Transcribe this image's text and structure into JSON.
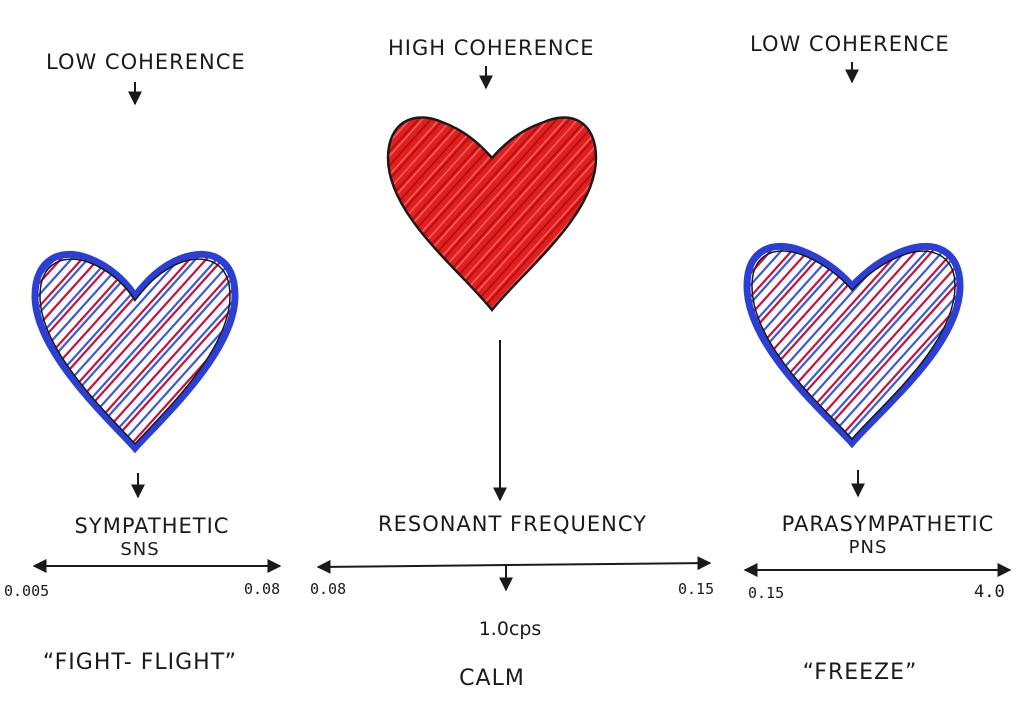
{
  "colors": {
    "ink": "#1a1a1a",
    "red": "#e01f1f",
    "blue": "#2b3fd6",
    "hatch_red": "#c8103c",
    "hatch_blue": "#3a5bd9"
  },
  "left": {
    "coherence": "Low Coherence",
    "system": "Sympathetic",
    "system_abbr": "SNS",
    "range_min": "0.005",
    "range_max": "0.08",
    "state": "“Fight- Flight”"
  },
  "center": {
    "coherence": "High Coherence",
    "system": "Resonant Frequency",
    "range_min": "0.08",
    "range_max": "0.15",
    "marker": "1.0cps",
    "state": "Calm"
  },
  "right": {
    "coherence": "Low Coherence",
    "system": "Parasympathetic",
    "system_abbr": "PNS",
    "range_min": "0.15",
    "range_max": "4.0",
    "state": "“Freeze”"
  }
}
